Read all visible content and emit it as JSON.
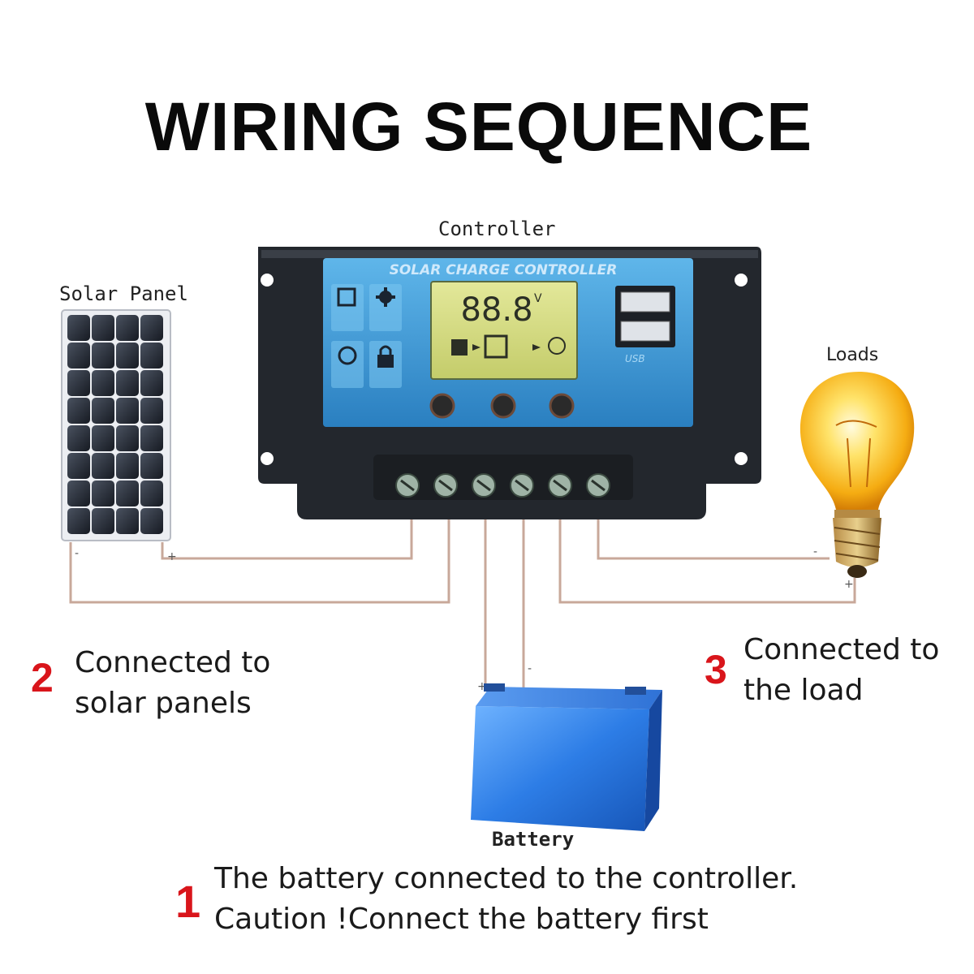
{
  "title": "WIRING SEQUENCE",
  "labels": {
    "controller": "Controller",
    "solar_panel": "Solar Panel",
    "loads": "Loads",
    "battery": "Battery"
  },
  "controller_panel": {
    "brand": "SOLAR CHARGE CONTROLLER",
    "lcd_reading": "88.8",
    "lcd_unit": "V",
    "usb_text": "USB"
  },
  "wire_polarity": {
    "minus": "-",
    "plus": "+"
  },
  "steps": [
    {
      "number": "2",
      "line1": "Connected to",
      "line2": "solar panels"
    },
    {
      "number": "3",
      "line1": "Connected to",
      "line2": "the load"
    },
    {
      "number": "1",
      "line1": "The battery connected to the controller.",
      "line2": "Caution !Connect the battery first"
    }
  ],
  "colors": {
    "wire": "#c8a89a",
    "number_red": "#d9151b",
    "controller_blue": "#3d9bd6",
    "battery_blue": "#2f7fe0",
    "bulb_yellow": "#ffc21a"
  }
}
